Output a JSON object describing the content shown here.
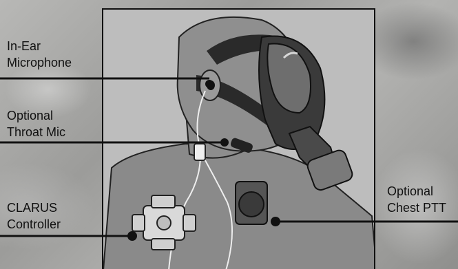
{
  "labels": {
    "in_ear": [
      "In-Ear",
      "Microphone"
    ],
    "throat": [
      "Optional",
      "Throat Mic"
    ],
    "controller": [
      "CLARUS",
      "Controller"
    ],
    "chest_ptt": [
      "Optional",
      "Chest PTT"
    ]
  }
}
